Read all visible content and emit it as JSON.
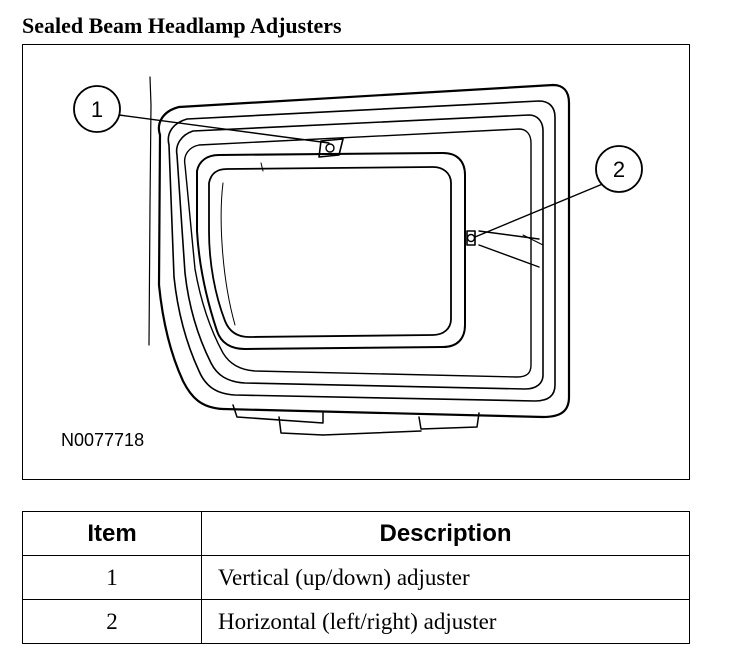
{
  "title": "Sealed Beam Headlamp Adjusters",
  "figure": {
    "callouts": [
      "1",
      "2"
    ],
    "figure_id": "N0077718"
  },
  "table": {
    "headers": {
      "item": "Item",
      "description": "Description"
    },
    "rows": [
      {
        "item": "1",
        "description": "Vertical (up/down) adjuster"
      },
      {
        "item": "2",
        "description": "Horizontal (left/right) adjuster"
      }
    ]
  }
}
